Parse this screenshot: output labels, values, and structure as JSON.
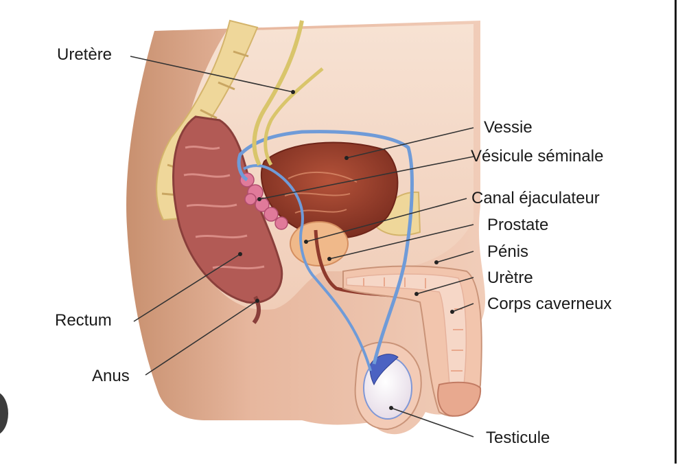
{
  "figure": {
    "labels": {
      "uretere": "Uretère",
      "vessie": "Vessie",
      "vesicule": "Vésicule séminale",
      "canal": "Canal éjaculateur",
      "prostate": "Prostate",
      "penis": "Pénis",
      "uretre": "Urètre",
      "corps": "Corps caverneux",
      "rectum": "Rectum",
      "anus": "Anus",
      "testicule": "Testicule"
    }
  },
  "colors": {
    "skin": "#f3c9b3",
    "skin_shadow": "#c99378",
    "tissue": "#f6dcc8",
    "bone": "#efd79a",
    "rectum": "#b25a55",
    "bladder": "#9a3f2c",
    "vessel": "#6f9bd8",
    "ureter": "#d9c56b",
    "leader": "#333333"
  }
}
